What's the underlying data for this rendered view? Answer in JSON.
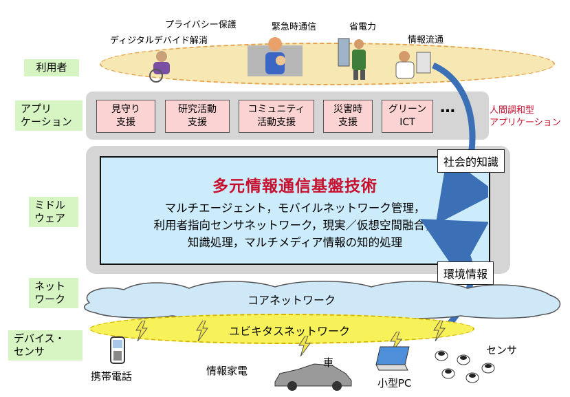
{
  "layers": {
    "users": "利用者",
    "application": "アプリ\nケーション",
    "middleware": "ミドル\nウェア",
    "network": "ネット\nワーク",
    "devices": "デバイス・\nセンサ"
  },
  "users": {
    "digital_divide": "ディジタルデバイド解消",
    "privacy": "プライバシー保護",
    "emergency": "緊急時通信",
    "power_saving": "省電力",
    "info_flow": "情報流通"
  },
  "applications": {
    "items": [
      {
        "label": "見守り\n支援"
      },
      {
        "label": "研究活動\n支援"
      },
      {
        "label": "コミュニティ\n活動支援"
      },
      {
        "label": "災害時\n支援"
      },
      {
        "label": "グリーン\nICT"
      }
    ],
    "ellipsis": "…",
    "human_harmony": "人間調和型\nアプリケーション"
  },
  "middleware": {
    "title": "多元情報通信基盤技術",
    "body": "マルチエージェント，モバイルネットワーク管理，\n利用者指向センサネットワーク，現実／仮想空間融合，\n知識処理，マルチメディア情報の知的処理"
  },
  "callouts": {
    "social_knowledge": "社会的知識",
    "environment_info": "環境情報"
  },
  "network": {
    "core": "コアネットワーク",
    "ubiquitous": "ユビキタスネットワーク"
  },
  "devices": {
    "phone": "携帯電話",
    "appliance": "情報家電",
    "car": "車",
    "small_pc": "小型PC",
    "sensor": "センサ"
  },
  "colors": {
    "layer_label_bg": "#d6f5c3",
    "app_box_bg": "#fbd3d3",
    "middleware_bg": "#ccecfb",
    "title_red": "#c8102e",
    "arrow_blue": "#3b6fb6",
    "ubiquitous_bg": "#f7f25a"
  }
}
